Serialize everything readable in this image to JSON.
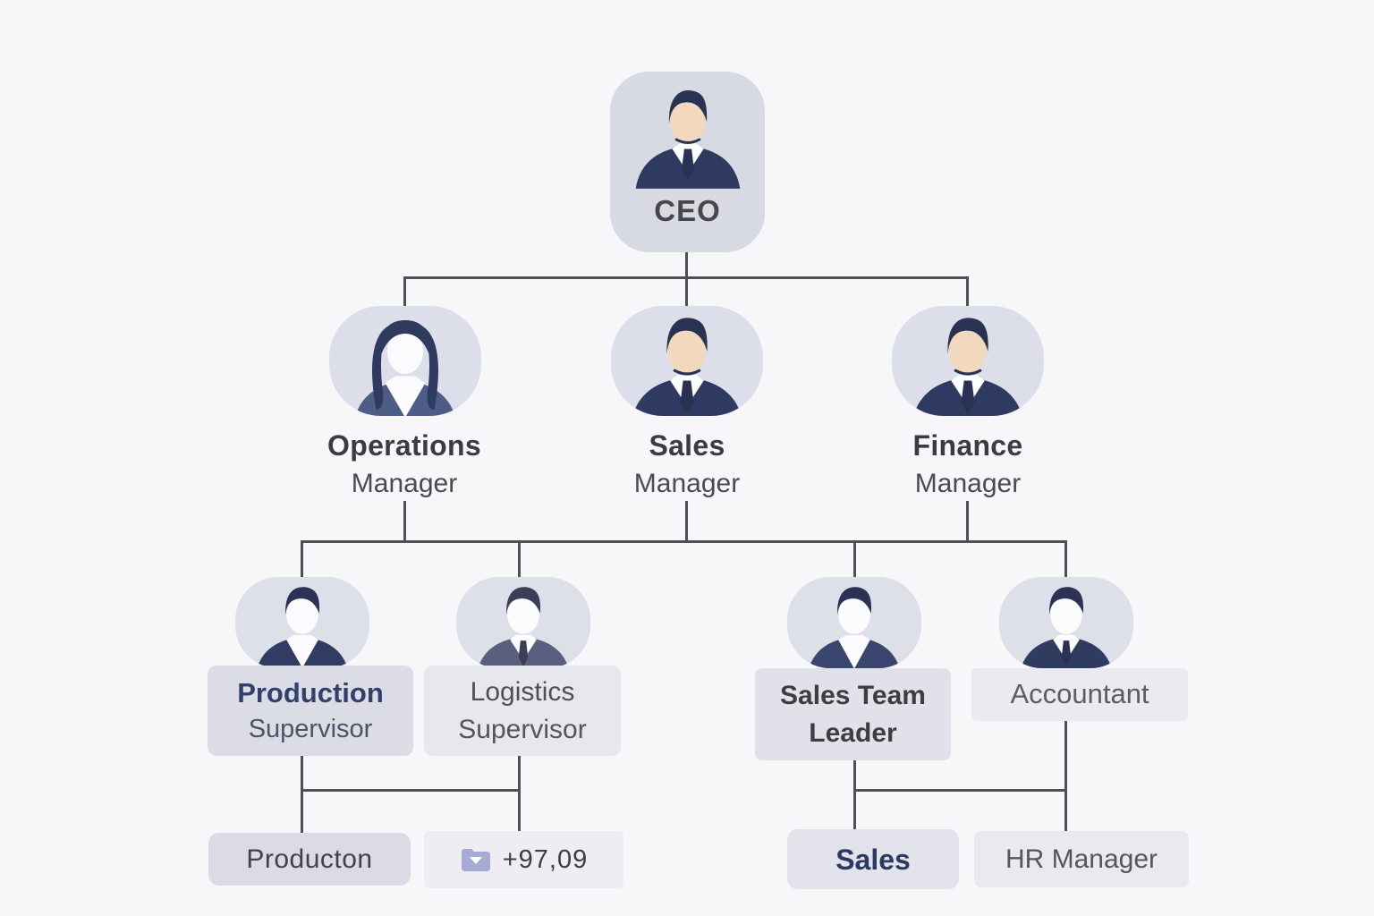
{
  "diagram": {
    "type": "org-chart",
    "background": "#f7f7f9",
    "connector_color": "#4e5055",
    "nodes": {
      "ceo": {
        "label": "CEO",
        "avatar": "male-suit-avatar"
      },
      "operations_manager": {
        "line1": "Operations",
        "line2": "Manager",
        "avatar": "female-suit-avatar"
      },
      "sales_manager": {
        "line1": "Sales",
        "line2": "Manager",
        "avatar": "male-suit-avatar"
      },
      "finance_manager": {
        "line1": "Finance",
        "line2": "Manager",
        "avatar": "male-suit-avatar"
      },
      "production_supervisor": {
        "line1": "Production",
        "line2": "Supervisor",
        "avatar": "male-suit-avatar"
      },
      "logistics_supervisor": {
        "line1": "Logistics",
        "line2": "Supervisor",
        "avatar": "male-suit-tie-avatar"
      },
      "sales_team_leader": {
        "line1": "Sales Team",
        "line2": "Leader",
        "avatar": "male-suit-avatar"
      },
      "accountant": {
        "label": "Accountant",
        "avatar": "male-suit-tie-avatar"
      },
      "production_unit": {
        "label": "Producton"
      },
      "metric_box": {
        "icon": "folder-download-icon",
        "value": "+97,09"
      },
      "sales_unit": {
        "label": "Sales"
      },
      "hr_manager": {
        "label": "HR Manager"
      }
    },
    "colors": {
      "ceo_card_bg": "#d8dae3",
      "pill_bg": "#dcdee9",
      "navy_suit": "#2e3a5f",
      "gray_suit": "#5a5f7e",
      "skin": "#f2d8bd",
      "accent_text_navy": "#31416b",
      "icon_lavender": "#a6abd6"
    }
  }
}
